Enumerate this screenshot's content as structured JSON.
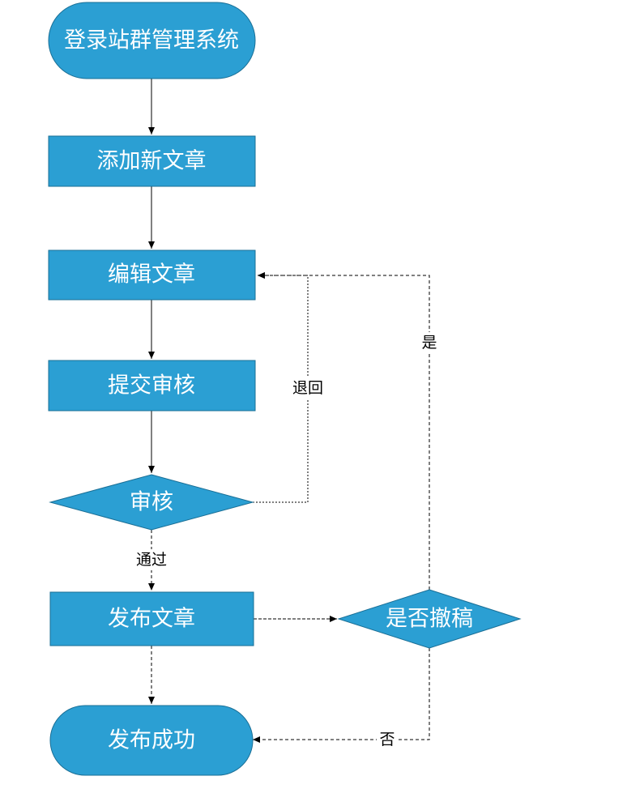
{
  "colors": {
    "node_fill": "#2b9fd3",
    "node_stroke": "#1a6f96",
    "node_text": "#ffffff",
    "edge": "#000000"
  },
  "nodes": {
    "login": "登录站群管理系统",
    "add_article": "添加新文章",
    "edit_article": "编辑文章",
    "submit_review": "提交审核",
    "review": "审核",
    "publish_article": "发布文章",
    "withdraw_decision": "是否撤稿",
    "publish_success": "发布成功"
  },
  "edge_labels": {
    "pass": "通过",
    "return": "退回",
    "yes": "是",
    "no": "否"
  }
}
